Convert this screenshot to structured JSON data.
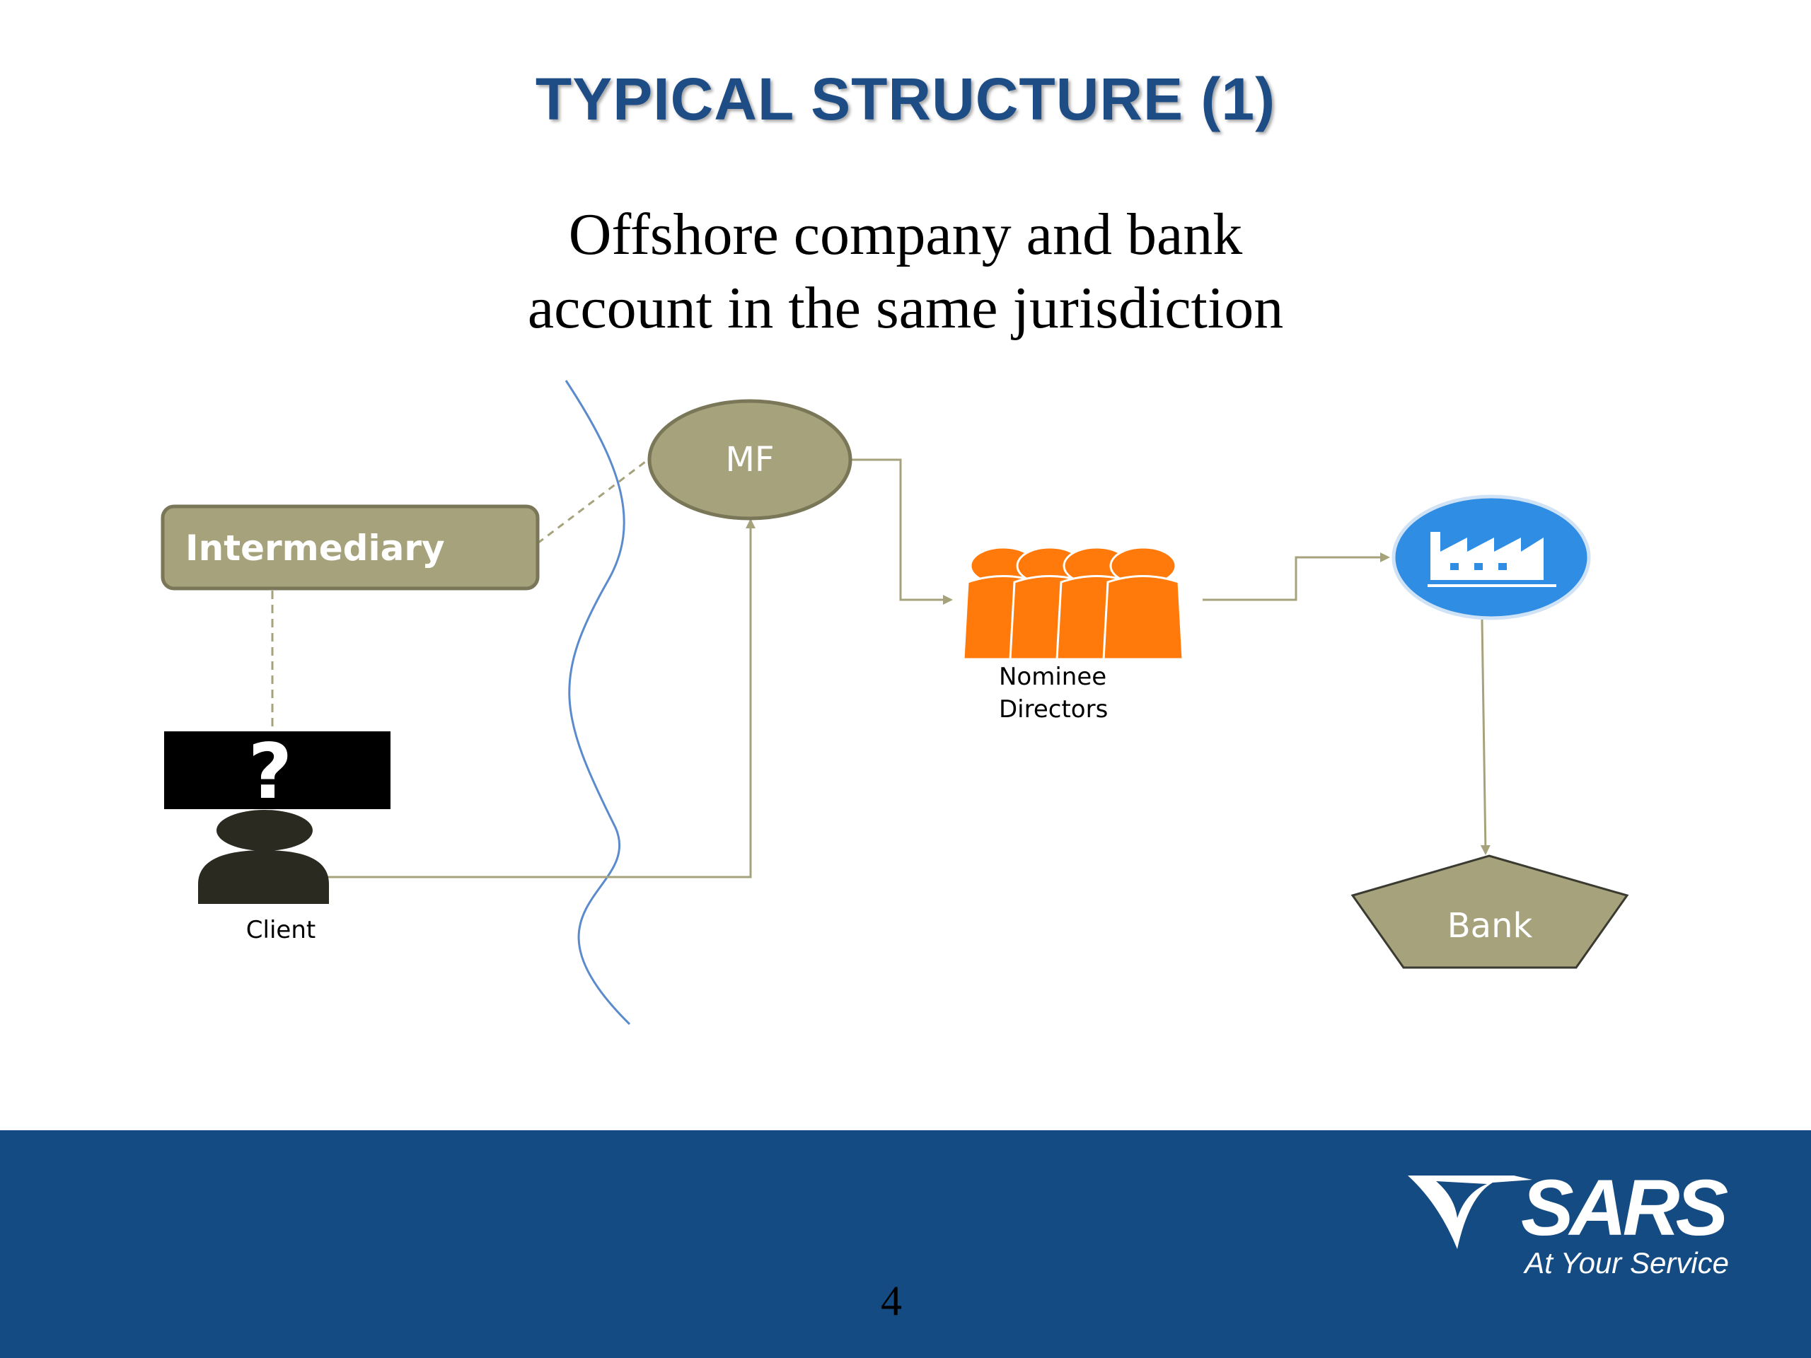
{
  "slide": {
    "title": "TYPICAL STRUCTURE (1)",
    "subtitle_line1": "Offshore company and bank",
    "subtitle_line2": "account in the same jurisdiction",
    "page_number": "4"
  },
  "diagram": {
    "nodes": {
      "mf": "MF",
      "intermediary": "Intermediary",
      "client": "Client",
      "nominee_line1": "Nominee",
      "nominee_line2": "Directors",
      "bank": "Bank",
      "company_icon": "factory-icon",
      "client_question": "?"
    },
    "colors": {
      "node_fill": "#a6a27c",
      "node_stroke": "#7a7658",
      "connector": "#a6a27c",
      "border_line": "#5b8bcc",
      "nominee_fill": "#ff7a0a",
      "company_fill": "#2f8de4",
      "client_fill": "#2b2a20"
    }
  },
  "footer": {
    "logo_text": "SARS",
    "tagline": "At Your Service",
    "background": "#134b82"
  }
}
